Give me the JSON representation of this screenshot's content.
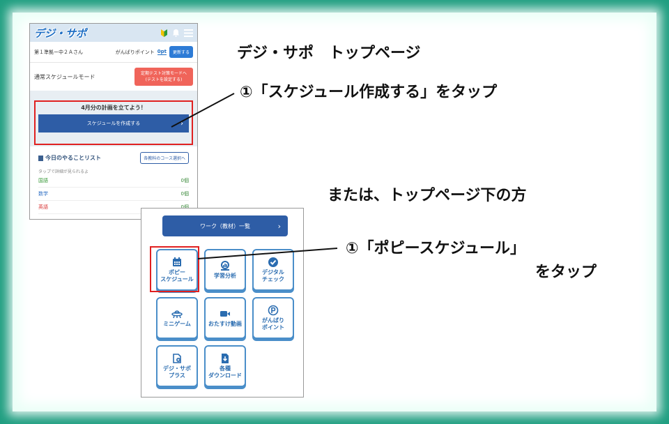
{
  "top_page": {
    "logo": "デジ・サポ",
    "user_label": "第１準拠ー中２Ａさん",
    "points_label": "がんばりポイント",
    "points_value": "0pt",
    "update_button": "更新する",
    "mode_label": "通常スケジュールモード",
    "test_mode_button_line1": "定期テスト対策モードへ",
    "test_mode_button_line2": "(テストを設定する)",
    "plan_title": "4月分の計画を立てよう！",
    "make_schedule_button": "スケジュールを作成する",
    "todo_title": "今日のやることリスト",
    "course_button": "各教科のコース選択へ",
    "todo_hint": "タップで詳細が見られるよ",
    "subjects": [
      {
        "name": "国語",
        "count": "0個",
        "color": "#3a9a3a"
      },
      {
        "name": "数学",
        "count": "0個",
        "color": "#2e6fc4"
      },
      {
        "name": "英語",
        "count": "0個",
        "color": "#d83a3a"
      }
    ]
  },
  "menu": {
    "work_button": "ワーク（教材）一覧",
    "tiles": [
      {
        "id": "popy-schedule",
        "line1": "ポピー",
        "line2": "スケジュール",
        "icon": "calendar-icon"
      },
      {
        "id": "learning-analysis",
        "line1": "学習分析",
        "line2": "",
        "icon": "analysis-icon"
      },
      {
        "id": "digital-check",
        "line1": "デジタル",
        "line2": "チェック",
        "icon": "check-icon"
      },
      {
        "id": "mini-game",
        "line1": "ミニゲーム",
        "line2": "",
        "icon": "ufo-icon"
      },
      {
        "id": "help-video",
        "line1": "おたすけ動画",
        "line2": "",
        "icon": "video-icon"
      },
      {
        "id": "ganbari-point",
        "line1": "がんばり",
        "line2": "ポイント",
        "icon": "point-icon"
      },
      {
        "id": "digisapo-plus",
        "line1": "デジ・サポ",
        "line2": "プラス",
        "icon": "plus-icon"
      },
      {
        "id": "downloads",
        "line1": "各種",
        "line2": "ダウンロード",
        "icon": "download-icon"
      }
    ]
  },
  "annotations": {
    "title": "デジ・サポ　トップページ",
    "step1": "①「スケジュール作成する」をタップ",
    "or_text": "または、トップページ下の方",
    "step2_line1": "①「ポピースケジュール」",
    "step2_line2": "をタップ"
  },
  "colors": {
    "background_green": "#1f9e80",
    "primary_blue": "#2e5da6",
    "highlight_red": "#e02020",
    "accent_coral": "#f0645a"
  }
}
